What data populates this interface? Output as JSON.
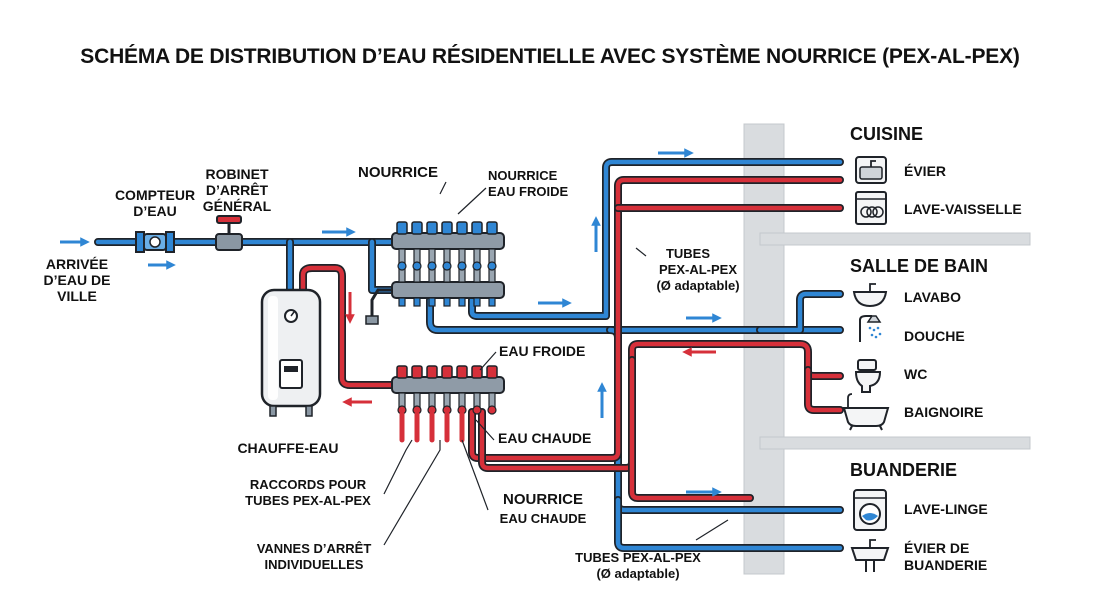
{
  "title": "SCHÉMA DE DISTRIBUTION D’EAU RÉSIDENTIELLE AVEC SYSTÈME NOURRICE (PEX-AL-PEX)",
  "colors": {
    "cold": "#2f86d4",
    "hot": "#d6303a",
    "outline": "#1f2329",
    "wall": "#d9dcdf"
  },
  "supply": {
    "city_inlet": [
      "ARRIVÉE",
      "D’EAU DE",
      "VILLE"
    ],
    "meter": [
      "COMPTEUR",
      "D’EAU"
    ],
    "main_valve": [
      "ROBINET",
      "D’ARRÊT",
      "GÉNÉRAL"
    ]
  },
  "manifold": {
    "title": "NOURRICE",
    "cold_manifold": [
      "NOURRICE",
      "EAU FROIDE"
    ],
    "cold_water": "EAU FROIDE",
    "hot_water": "EAU CHAUDE",
    "hot_manifold": [
      "NOURRICE",
      "EAU CHAUDE"
    ]
  },
  "water_heater": {
    "label": "CHAUFFE-EAU"
  },
  "callouts": {
    "fittings": [
      "RACCORDS POUR",
      "TUBES PEX-AL-PEX"
    ],
    "valves": [
      "VANNES D’ARRÊT",
      "INDIVIDUELLES"
    ],
    "tubes_top": [
      "TUBES",
      "PEX-AL-PEX",
      "(Ø adaptable)"
    ],
    "tubes_bottom": [
      "TUBES PEX-AL-PEX",
      "(Ø adaptable)"
    ]
  },
  "rooms": [
    {
      "name": "CUISINE",
      "fixtures": [
        {
          "label": [
            "ÉVIER"
          ],
          "icon": "sink-icon"
        },
        {
          "label": [
            "LAVE-VAISSELLE"
          ],
          "icon": "dishwasher-icon"
        }
      ]
    },
    {
      "name": "SALLE DE BAIN",
      "fixtures": [
        {
          "label": [
            "LAVABO"
          ],
          "icon": "washbasin-icon"
        },
        {
          "label": [
            "DOUCHE"
          ],
          "icon": "shower-icon"
        },
        {
          "label": [
            "WC"
          ],
          "icon": "toilet-icon"
        },
        {
          "label": [
            "BAIGNOIRE"
          ],
          "icon": "bathtub-icon"
        }
      ]
    },
    {
      "name": "BUANDERIE",
      "fixtures": [
        {
          "label": [
            "LAVE-LINGE"
          ],
          "icon": "washing-machine-icon"
        },
        {
          "label": [
            "ÉVIER DE",
            "BUANDERIE"
          ],
          "icon": "utility-sink-icon"
        }
      ]
    }
  ]
}
